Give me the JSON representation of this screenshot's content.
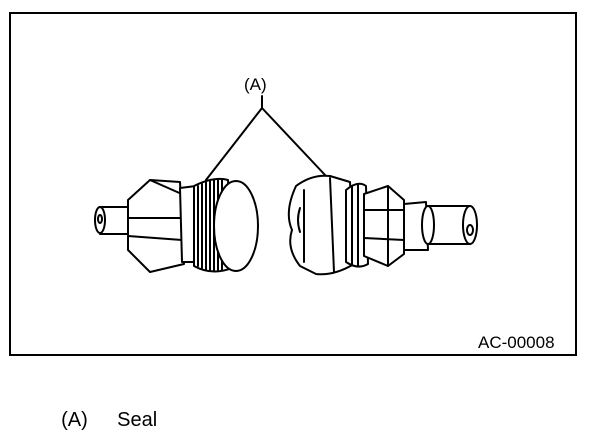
{
  "figure": {
    "callout_label": "(A)",
    "figure_code": "AC-00008"
  },
  "legend": {
    "items": [
      {
        "key": "(A)",
        "text": "Seal"
      }
    ]
  }
}
